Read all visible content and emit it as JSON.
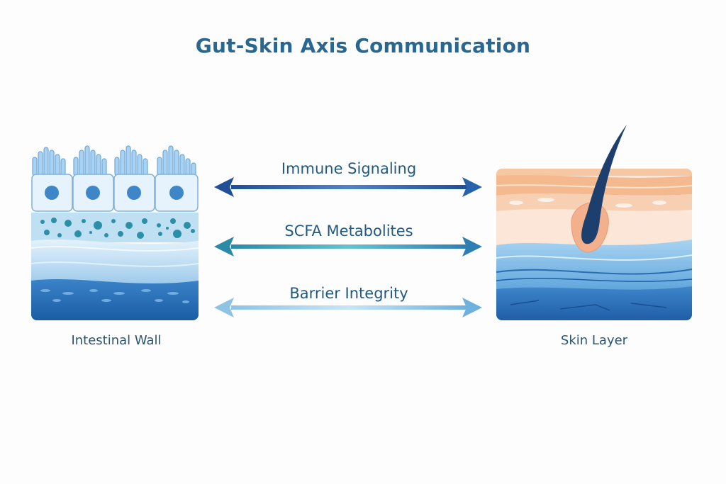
{
  "title": "Gut-Skin Axis Communication",
  "panels": {
    "gut": {
      "label": "Intestinal Wall"
    },
    "skin": {
      "label": "Skin Layer"
    }
  },
  "pathways": [
    {
      "label": "Immune Signaling",
      "color_start": "#1f4f96",
      "color_end": "#2862ac"
    },
    {
      "label": "SCFA Metabolites",
      "color_start": "#2b8aa6",
      "color_end": "#2f7fb2"
    },
    {
      "label": "Barrier Integrity",
      "color_start": "#8fc3e6",
      "color_end": "#6fb1de"
    }
  ],
  "colors": {
    "title": "#2a6790",
    "gut_light": "#cfe6f7",
    "gut_deep": "#1e62a8",
    "skin_top": "#f4b98e",
    "skin_deep": "#2a6db3"
  }
}
